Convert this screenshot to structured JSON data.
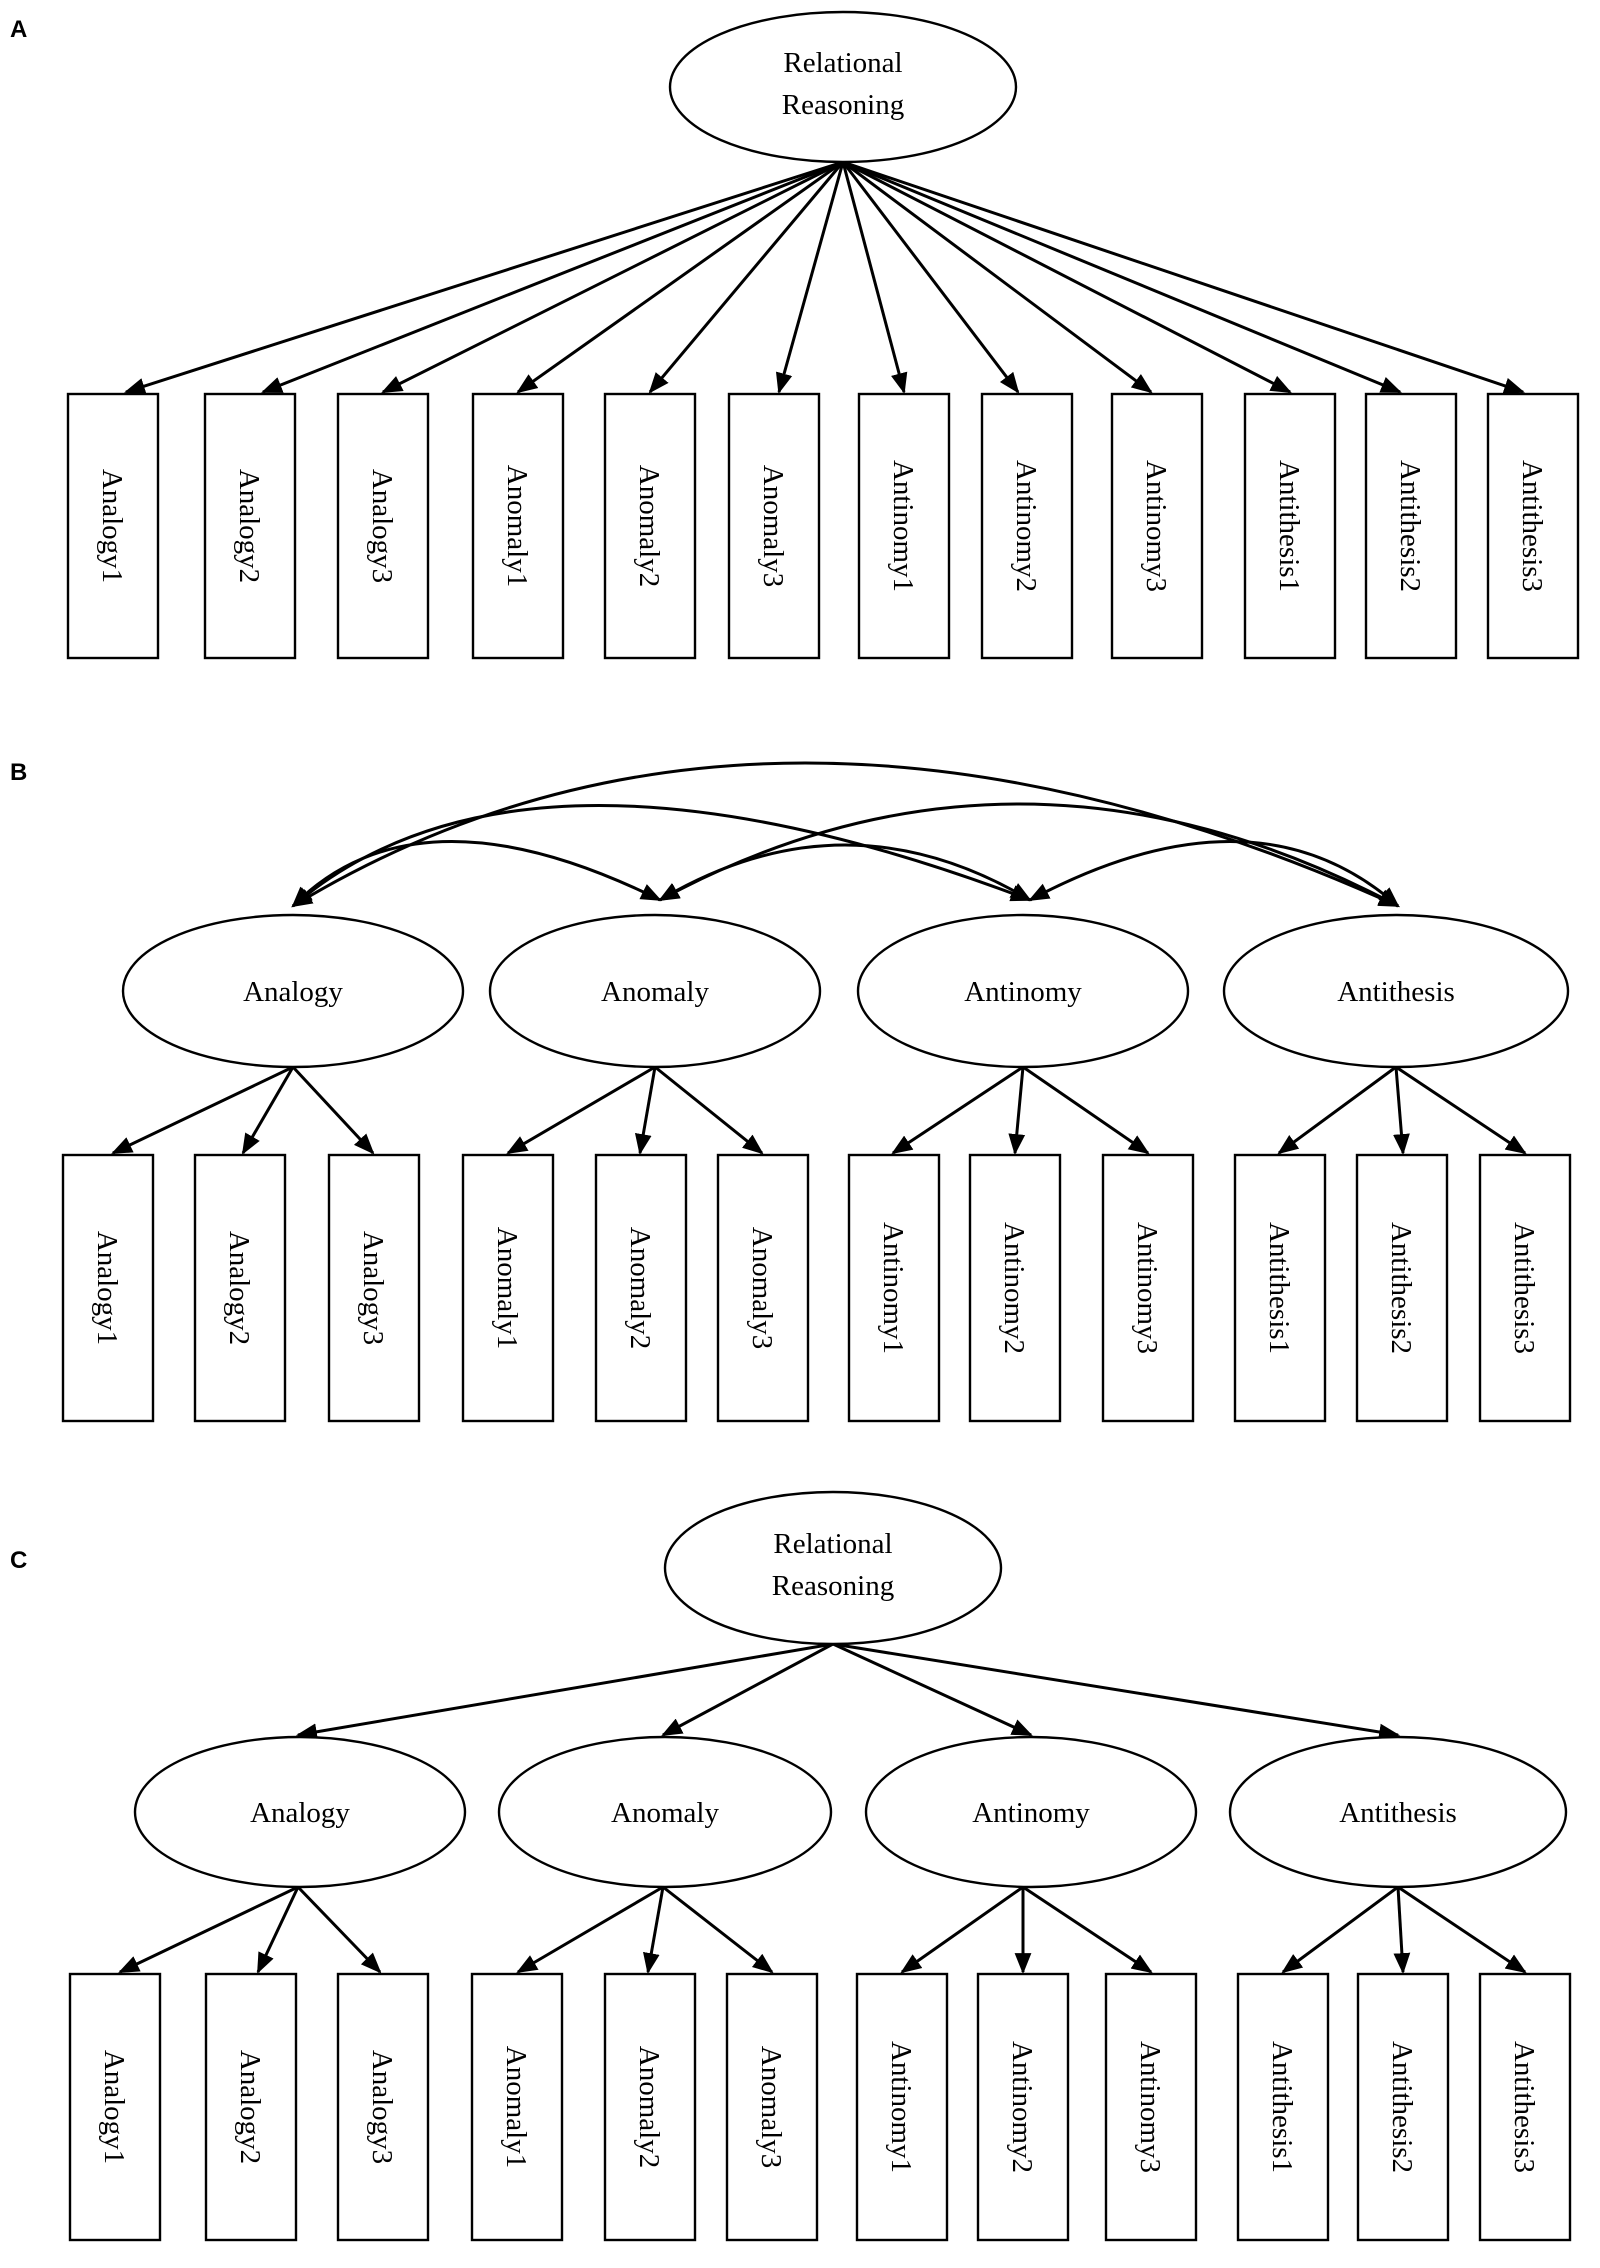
{
  "panels": [
    {
      "label": "A",
      "top_factor": [
        "Relational",
        "Reasoning"
      ],
      "indicators": [
        "Analogy1",
        "Analogy2",
        "Analogy3",
        "Anomaly1",
        "Anomaly2",
        "Anomaly3",
        "Antinomy1",
        "Antinomy2",
        "Antinomy3",
        "Antithesis1",
        "Antithesis2",
        "Antithesis3"
      ]
    },
    {
      "label": "B",
      "factors": [
        "Analogy",
        "Anomaly",
        "Antinomy",
        "Antithesis"
      ],
      "indicators": [
        "Analogy1",
        "Analogy2",
        "Analogy3",
        "Anomaly1",
        "Anomaly2",
        "Anomaly3",
        "Antinomy1",
        "Antinomy2",
        "Antinomy3",
        "Antithesis1",
        "Antithesis2",
        "Antithesis3"
      ]
    },
    {
      "label": "C",
      "top_factor": [
        "Relational",
        "Reasoning"
      ],
      "factors": [
        "Analogy",
        "Anomaly",
        "Antinomy",
        "Antithesis"
      ],
      "indicators": [
        "Analogy1",
        "Analogy2",
        "Analogy3",
        "Anomaly1",
        "Anomaly2",
        "Anomaly3",
        "Antinomy1",
        "Antinomy2",
        "Antinomy3",
        "Antithesis1",
        "Antithesis2",
        "Antithesis3"
      ]
    }
  ]
}
